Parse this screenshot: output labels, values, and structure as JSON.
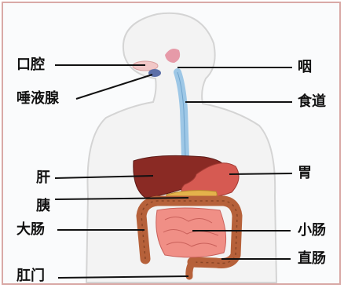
{
  "labels": {
    "mouth": "口腔",
    "salivary_gland": "唾液腺",
    "liver": "肝",
    "pancreas": "胰",
    "large_intestine": "大肠",
    "anus": "肛门",
    "pharynx": "咽",
    "esophagus": "食道",
    "stomach": "胃",
    "small_intestine": "小肠",
    "rectum": "直肠"
  },
  "colors": {
    "frame_border": "#d9a9a6",
    "body_fill": "#f3f3f3",
    "body_outline": "#d4d4d4",
    "liver": "#8a2a24",
    "stomach": "#d65a52",
    "esophagus": "#9dc7e6",
    "small_intestine": "#f08f86",
    "large_intestine": "#b6613a",
    "leader_line": "#111111"
  }
}
